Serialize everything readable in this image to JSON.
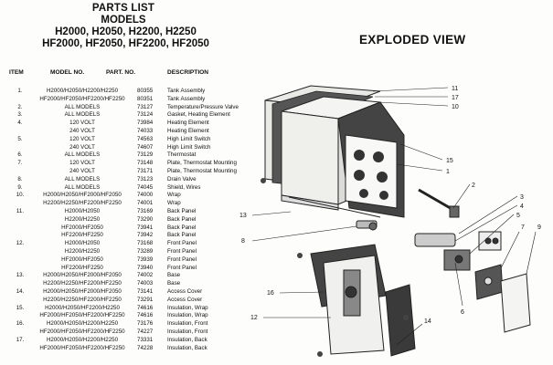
{
  "titles": {
    "line1": "PARTS LIST",
    "line2": "MODELS",
    "line3": "H2000, H2050, H2200, H2250",
    "line4": "HF2000, HF2050, HF2200, HF2050"
  },
  "exploded_view": "EXPLODED VIEW",
  "headers": {
    "item": "ITEM",
    "model": "MODEL NO.",
    "part": "PART. NO.",
    "desc": "DESCRIPTION"
  },
  "rows": [
    {
      "item": "1.",
      "model": "H2000/H2050/H2200/H2250",
      "part": "80355",
      "desc": "Tank Assembly"
    },
    {
      "item": "",
      "model": "HF2000/HF2050/HF2200/HF2250",
      "part": "80351",
      "desc": "Tank Assembly"
    },
    {
      "item": "2.",
      "model": "ALL MODELS",
      "part": "73127",
      "desc": "Temperature/Pressure Valve"
    },
    {
      "item": "3.",
      "model": "ALL MODELS",
      "part": "73124",
      "desc": "Gasket, Heating Element"
    },
    {
      "item": "4.",
      "model": "120 VOLT",
      "part": "73984",
      "desc": "Heating Element"
    },
    {
      "item": "",
      "model": "240 VOLT",
      "part": "74033",
      "desc": "Heating Element"
    },
    {
      "item": "5.",
      "model": "120 VOLT",
      "part": "74563",
      "desc": "High Limit Switch"
    },
    {
      "item": "",
      "model": "240 VOLT",
      "part": "74607",
      "desc": "High Limit Switch"
    },
    {
      "item": "6.",
      "model": "ALL MODELS",
      "part": "73129",
      "desc": "Thermostat"
    },
    {
      "item": "7.",
      "model": "120 VOLT",
      "part": "73148",
      "desc": "Plate, Thermostat Mounting"
    },
    {
      "item": "",
      "model": "240 VOLT",
      "part": "73171",
      "desc": "Plate, Thermostat Mounting"
    },
    {
      "item": "8.",
      "model": "ALL MODELS",
      "part": "73123",
      "desc": "Drain Valve"
    },
    {
      "item": "9.",
      "model": "ALL MODELS",
      "part": "74045",
      "desc": "Shield, Wires"
    },
    {
      "item": "10.",
      "model": "H2000/H2050/HF2000/HF2050",
      "part": "74000",
      "desc": "Wrap"
    },
    {
      "item": "",
      "model": "H2200/H2250/HF2200/HF2250",
      "part": "74001",
      "desc": "Wrap"
    },
    {
      "item": "11.",
      "model": "H2000/H2050",
      "part": "73169",
      "desc": "Back Panel"
    },
    {
      "item": "",
      "model": "H2200/H2250",
      "part": "73290",
      "desc": "Back Panel"
    },
    {
      "item": "",
      "model": "HF2000/HF2050",
      "part": "73941",
      "desc": "Back Panel"
    },
    {
      "item": "",
      "model": "HF2200/HF2250",
      "part": "73942",
      "desc": "Back Panel"
    },
    {
      "item": "12.",
      "model": "H2000/H2050",
      "part": "73168",
      "desc": "Front Panel"
    },
    {
      "item": "",
      "model": "H2200/H2250",
      "part": "73289",
      "desc": "Front Panel"
    },
    {
      "item": "",
      "model": "HF2000/HF2050",
      "part": "73939",
      "desc": "Front Panel"
    },
    {
      "item": "",
      "model": "HF2200/HF2250",
      "part": "73940",
      "desc": "Front Panel"
    },
    {
      "item": "13.",
      "model": "H2000/H2050/HF2000/HF2050",
      "part": "74002",
      "desc": "Base"
    },
    {
      "item": "",
      "model": "H2200/H2250/HF2200/HF2250",
      "part": "74003",
      "desc": "Base"
    },
    {
      "item": "14.",
      "model": "H2000/H2050/HF2000/HF2050",
      "part": "73141",
      "desc": "Access Cover"
    },
    {
      "item": "",
      "model": "H2200/H2250/HF2200/HF2250",
      "part": "73291",
      "desc": "Access Cover"
    },
    {
      "item": "15.",
      "model": "H2000/H2050/HF2200/H2250",
      "part": "74616",
      "desc": "Insulation, Wrap"
    },
    {
      "item": "",
      "model": "HF2000/HF2050/HF2200/HF2250",
      "part": "74616",
      "desc": "Insulation, Wrap"
    },
    {
      "item": "16.",
      "model": "H2000/H2050/H2200/H2250",
      "part": "73176",
      "desc": "Insulation, Front"
    },
    {
      "item": "",
      "model": "HF2000/HF2050/HF2200/HF2250",
      "part": "74227",
      "desc": "Insulation, Front"
    },
    {
      "item": "17.",
      "model": "H2000/H2050/H2200/H2250",
      "part": "73331",
      "desc": "Insulation, Back"
    },
    {
      "item": "",
      "model": "HF2000/HF2050/HF2200/HF2250",
      "part": "74228",
      "desc": "Insulation, Back"
    }
  ],
  "callouts": {
    "c11": "11",
    "c17": "17",
    "c10": "10",
    "c15": "15",
    "c1": "1",
    "c2": "2",
    "c3": "3",
    "c4": "4",
    "c5": "5",
    "c7": "7",
    "c9": "9",
    "c13": "13",
    "c8": "8",
    "c16": "16",
    "c6": "6",
    "c12": "12",
    "c14": "14"
  }
}
